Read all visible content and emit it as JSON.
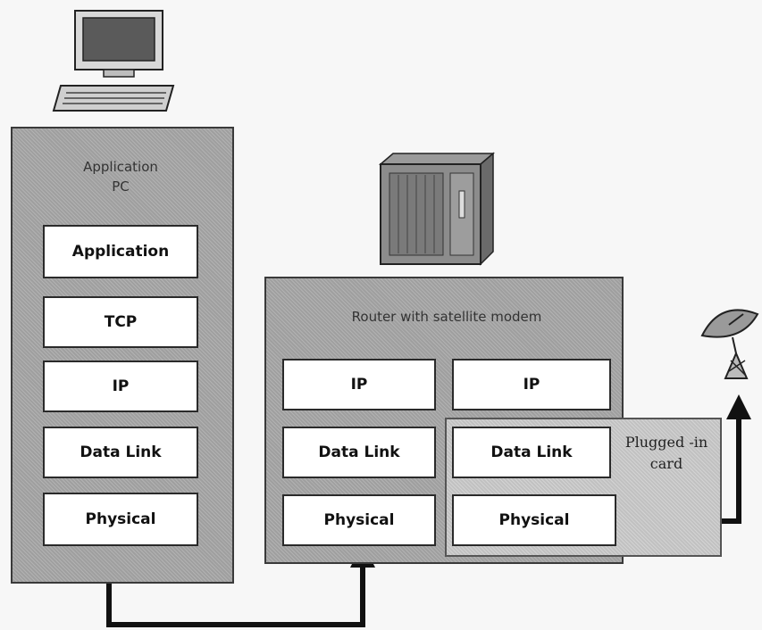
{
  "pc_stack": {
    "title_line1": "Application",
    "title_line2": "PC",
    "layers": [
      "Application",
      "TCP",
      "IP",
      "Data Link",
      "Physical"
    ]
  },
  "router": {
    "title": "Router with satellite modem",
    "left_layers": [
      "IP",
      "Data Link",
      "Physical"
    ],
    "right_layers": [
      "IP",
      "Data Link",
      "Physical"
    ]
  },
  "card": {
    "label_line1": "Plugged -in",
    "label_line2": "card"
  },
  "icons": {
    "pc": "desktop-computer-icon",
    "router": "router-rack-icon",
    "satellite": "satellite-dish-icon"
  }
}
